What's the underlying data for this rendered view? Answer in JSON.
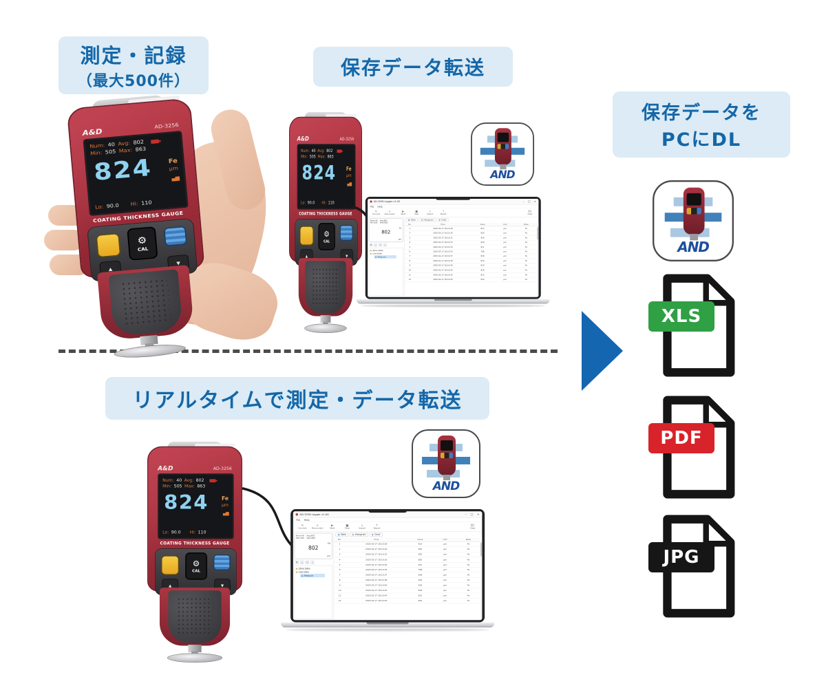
{
  "labels": {
    "measure_record": "測定・記録",
    "measure_record_sub": "（最大500件）",
    "saved_transfer": "保存データ転送",
    "download_line1": "保存データを",
    "download_line2": "PCにDL",
    "realtime_transfer": "リアルタイムで測定・データ転送"
  },
  "device": {
    "brand": "A&D",
    "model": "AD-3256",
    "num_label": "Num:",
    "num": "40",
    "avg_label": "Avg:",
    "avg": "802",
    "min_label": "Min:",
    "min": "505",
    "max_label": "Max:",
    "max": "863",
    "value": "824",
    "material": "Fe",
    "unit": "μm",
    "lo_label": "Lo:",
    "lo": "90.0",
    "hi_label": "Hi:",
    "hi": "110",
    "caption": "COATING THICKNESS GAUGE",
    "cal": "CAL",
    "gear_glyph": "⚙",
    "up_glyph": "▲",
    "down_glyph": "▼"
  },
  "software": {
    "title": "AD-3256 Logger v1.00",
    "window": {
      "min": "–",
      "max": "□",
      "close": "×"
    },
    "menu": [
      "File",
      "Help"
    ],
    "toolbar": [
      {
        "label": "Connect",
        "glyph": "↻"
      },
      {
        "label": "Disconnect",
        "glyph": "×"
      },
      {
        "label": "Start",
        "glyph": "▶"
      },
      {
        "label": "Stop",
        "glyph": "■"
      },
      {
        "label": "Import",
        "glyph": "↓"
      },
      {
        "label": "Export",
        "glyph": "↑"
      }
    ],
    "toolbar_clear": {
      "label": "Clear",
      "glyph": "⌦"
    },
    "panel": {
      "num": "Num:40",
      "avg": "Avg:802",
      "min": "Min:505",
      "max": "Max:863",
      "material": "Fe",
      "value": "802",
      "unit": "μm"
    },
    "tree": [
      "Store Data",
      "Live Data",
      "Measure"
    ],
    "tabs": [
      "Table",
      "Histogram",
      "Chart"
    ],
    "table": {
      "headers": [
        "No.",
        "Time",
        "Value",
        "Unit",
        "Base"
      ],
      "rows": [
        [
          "1",
          "2025-02-17 18:10:28",
          "813",
          "μm",
          "Fe"
        ],
        [
          "2",
          "2025-02-17 18:10:29",
          "820",
          "μm",
          "Fe"
        ],
        [
          "3",
          "2025-02-17 18:10:31",
          "820",
          "μm",
          "Fe"
        ],
        [
          "4",
          "2025-02-17 18:10:33",
          "820",
          "μm",
          "Fe"
        ],
        [
          "5",
          "2025-02-17 18:10:34",
          "811",
          "μm",
          "Fe"
        ],
        [
          "6",
          "2025-02-17 18:10:35",
          "788",
          "μm",
          "Fe"
        ],
        [
          "7",
          "2025-02-17 18:10:37",
          "818",
          "μm",
          "Fe"
        ],
        [
          "8",
          "2025-02-17 18:10:38",
          "819",
          "μm",
          "Fe"
        ],
        [
          "9",
          "2025-02-17 18:10:40",
          "819",
          "μm",
          "Fe"
        ],
        [
          "10",
          "2025-02-17 18:10:42",
          "818",
          "μm",
          "Fe"
        ],
        [
          "11",
          "2025-02-17 18:10:43",
          "812",
          "μm",
          "Fe"
        ],
        [
          "12",
          "2025-02-17 18:10:45",
          "824",
          "μm",
          "Fe"
        ]
      ]
    }
  },
  "app_icon": {
    "logo": "AND"
  },
  "files": [
    {
      "label": "XLS",
      "color": "#2fa044"
    },
    {
      "label": "PDF",
      "color": "#d8232a"
    },
    {
      "label": "JPG",
      "color": "#161616"
    }
  ],
  "colors": {
    "label_bg": "#dcebf5",
    "label_text": "#1467a8",
    "arrow_blue": "#1566b0",
    "device_red": "#b23744",
    "screen_value_cyan": "#8fd2ef",
    "screen_orange": "#e07830",
    "icon_bar_light": "#a9c9e2",
    "icon_bar_dark": "#4181ba",
    "logo_blue": "#1d4f9e"
  }
}
